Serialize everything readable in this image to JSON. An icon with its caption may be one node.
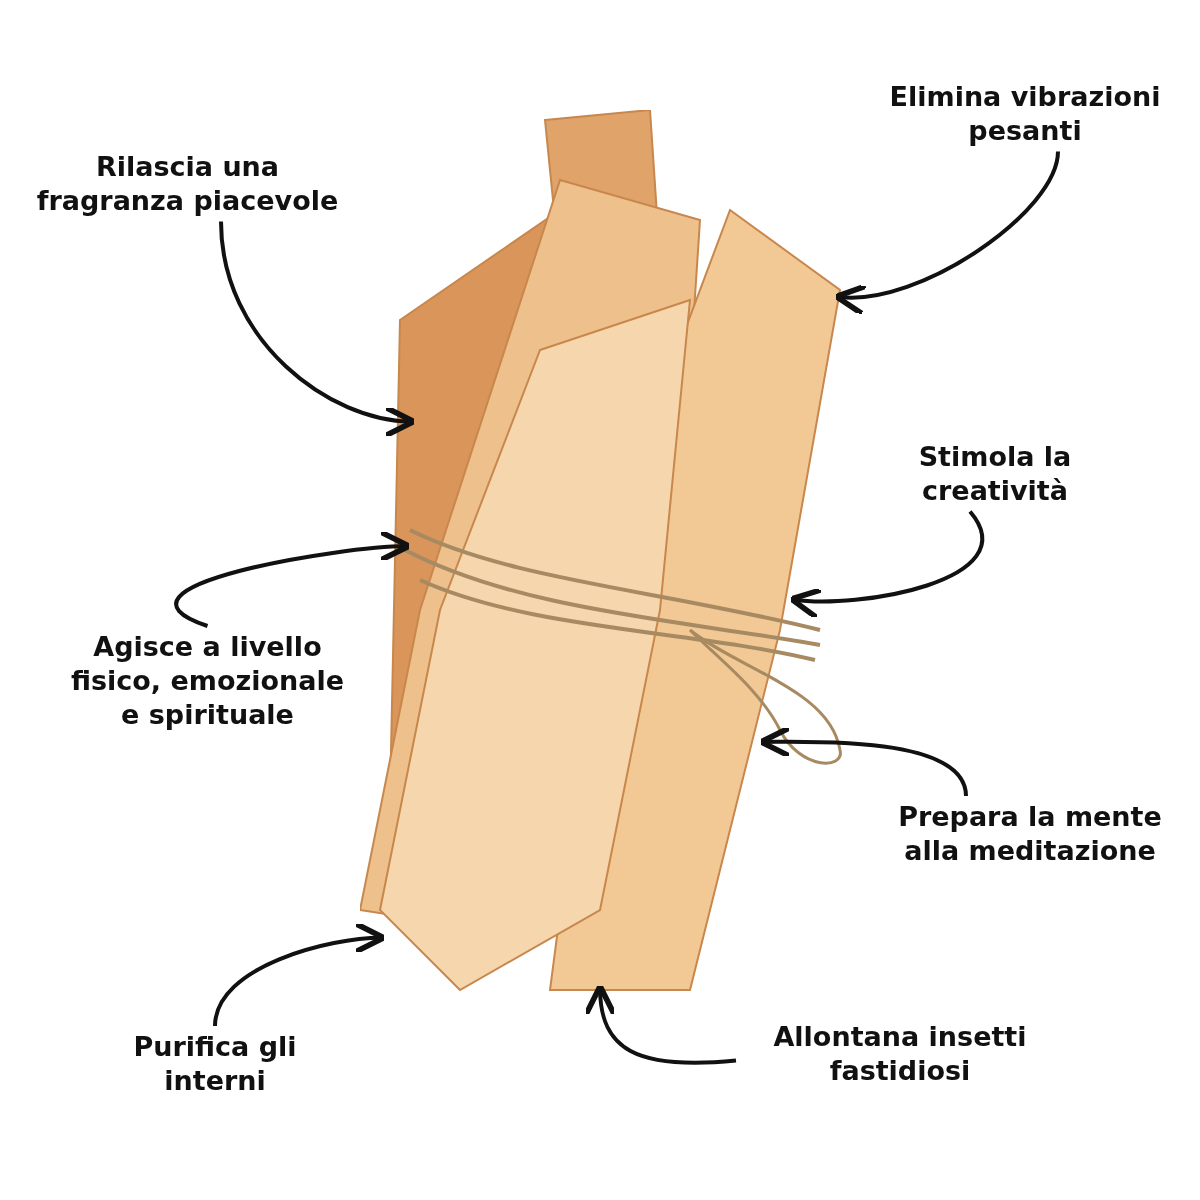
{
  "diagram": {
    "nodes": [
      {
        "text": [
          "Rilascia una fragranza piacevole"
        ]
      },
      {
        "text": [
          "Elimina vibrazioni pesanti"
        ]
      },
      {
        "text": [
          "Stimola la creatività"
        ]
      },
      {
        "text": [
          "Agisce a livello fisico, emozionale e spirituale"
        ]
      },
      {
        "text": [
          "Prepara la mente alla meditazione"
        ]
      },
      {
        "text": [
          "Purifica gli interni"
        ]
      },
      {
        "text": [
          "Allontana insetti fastidiosi"
        ]
      },
      {
        "text": [],
        "shape": "picture"
      }
    ],
    "edges": [
      {
        "from": 0,
        "to": 7,
        "arrow": "to"
      },
      {
        "from": 1,
        "to": 7,
        "arrow": "to"
      },
      {
        "from": 2,
        "to": 7,
        "arrow": "to"
      },
      {
        "from": 3,
        "to": 7,
        "arrow": "to"
      },
      {
        "from": 4,
        "to": 7,
        "arrow": "to"
      },
      {
        "from": 5,
        "to": 7,
        "arrow": "to"
      },
      {
        "from": 6,
        "to": 7,
        "arrow": "to"
      }
    ]
  }
}
